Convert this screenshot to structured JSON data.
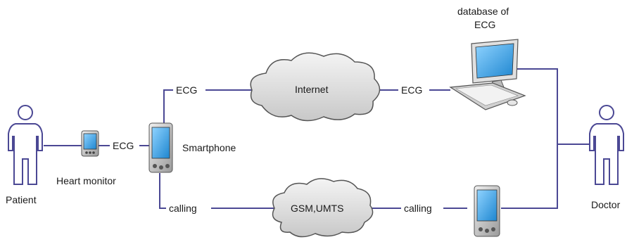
{
  "nodes": {
    "patient": "Patient",
    "heart_monitor": "Heart monitor",
    "smartphone": "Smartphone",
    "internet": "Internet",
    "gsm": "GSM,UMTS",
    "database_line1": "database of",
    "database_line2": "ECG",
    "doctor": "Doctor"
  },
  "edges": {
    "monitor_to_phone": "ECG",
    "phone_to_internet": "ECG",
    "internet_to_db": "ECG",
    "phone_to_gsm": "calling",
    "gsm_to_doctor_phone": "calling"
  },
  "colors": {
    "wire": "#4b4894",
    "person_outline": "#4b4894",
    "screen": "#3aa0e0",
    "cloud_fill": "#dcdcdc"
  },
  "icons": [
    "person-icon",
    "device-icon",
    "cloud-icon",
    "computer-icon"
  ]
}
